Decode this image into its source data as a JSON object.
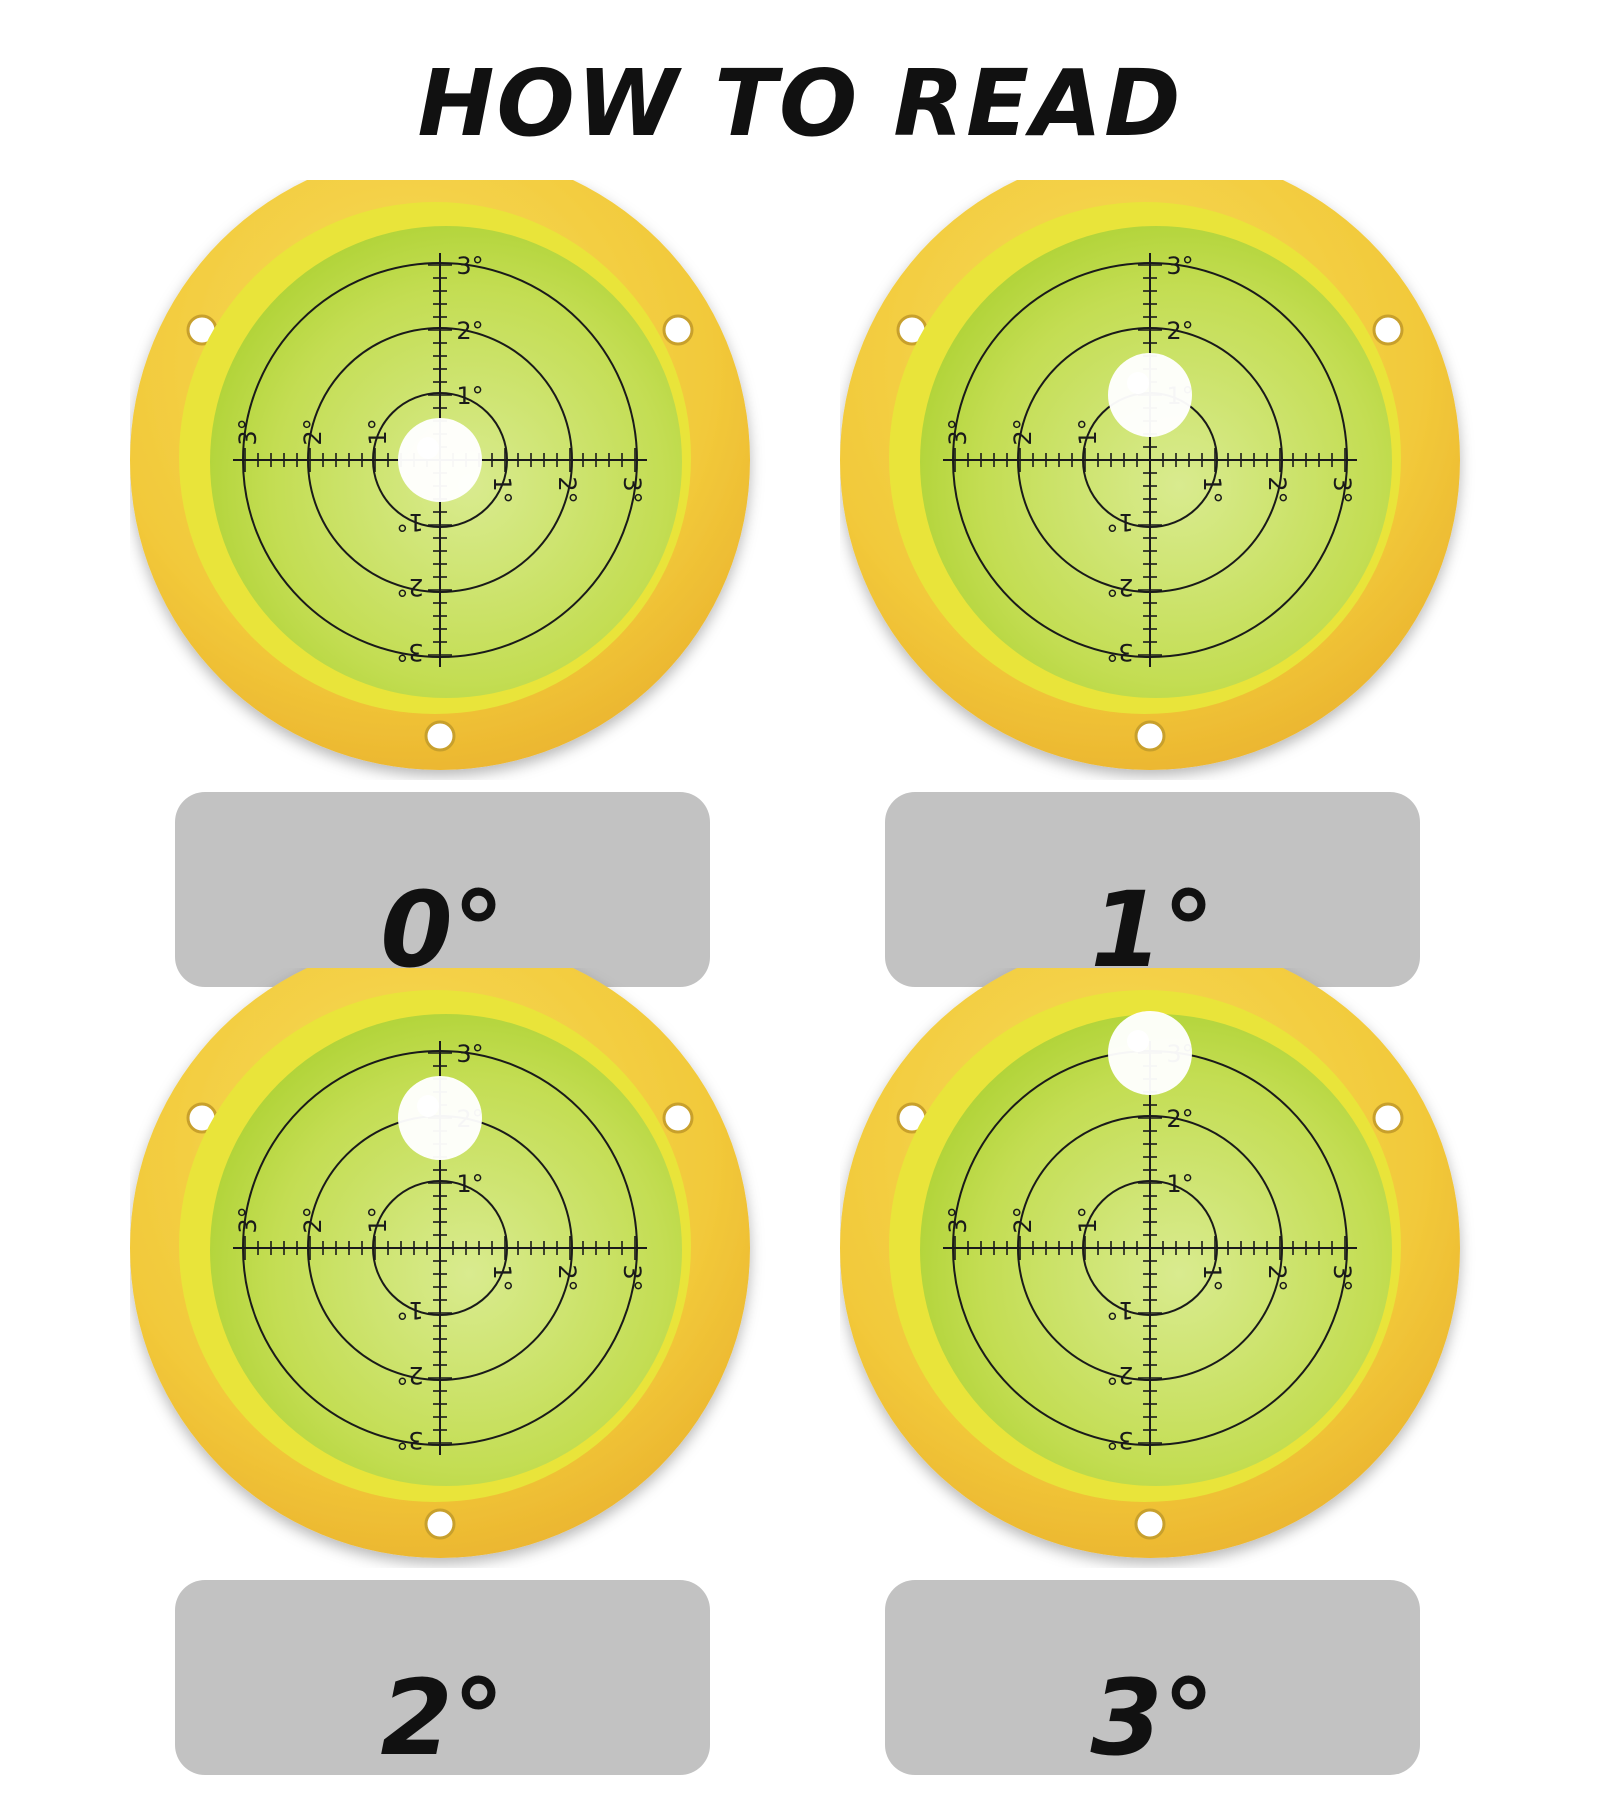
{
  "title": "HOW TO READ",
  "scale_labels": [
    "1°",
    "2°",
    "3°"
  ],
  "colors": {
    "ring": "#f2c93a",
    "vial": "#c3dd52",
    "bubble": "#ffffff",
    "plate": "#c2c2c2"
  },
  "panels": [
    {
      "label": "0°",
      "tilt_degrees": 0,
      "bubble_direction": "center"
    },
    {
      "label": "1°",
      "tilt_degrees": 1,
      "bubble_direction": "up"
    },
    {
      "label": "2°",
      "tilt_degrees": 2,
      "bubble_direction": "up"
    },
    {
      "label": "3°",
      "tilt_degrees": 3,
      "bubble_direction": "up"
    }
  ]
}
